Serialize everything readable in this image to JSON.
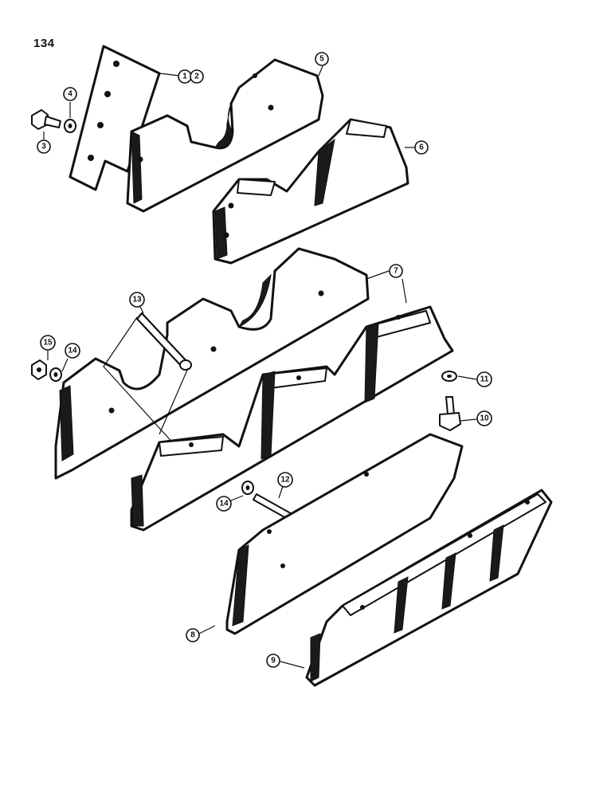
{
  "page": {
    "number": "134"
  },
  "callouts": [
    {
      "id": "c1",
      "label": "1"
    },
    {
      "id": "c2",
      "label": "2"
    },
    {
      "id": "c3",
      "label": "3"
    },
    {
      "id": "c4",
      "label": "4"
    },
    {
      "id": "c5",
      "label": "5"
    },
    {
      "id": "c6",
      "label": "6"
    },
    {
      "id": "c7",
      "label": "7"
    },
    {
      "id": "c8",
      "label": "8"
    },
    {
      "id": "c9",
      "label": "9"
    },
    {
      "id": "c10",
      "label": "10"
    },
    {
      "id": "c11",
      "label": "11"
    },
    {
      "id": "c12",
      "label": "12"
    },
    {
      "id": "c13",
      "label": "13"
    },
    {
      "id": "c14a",
      "label": "14"
    },
    {
      "id": "c14b",
      "label": "14"
    },
    {
      "id": "c15",
      "label": "15"
    }
  ]
}
